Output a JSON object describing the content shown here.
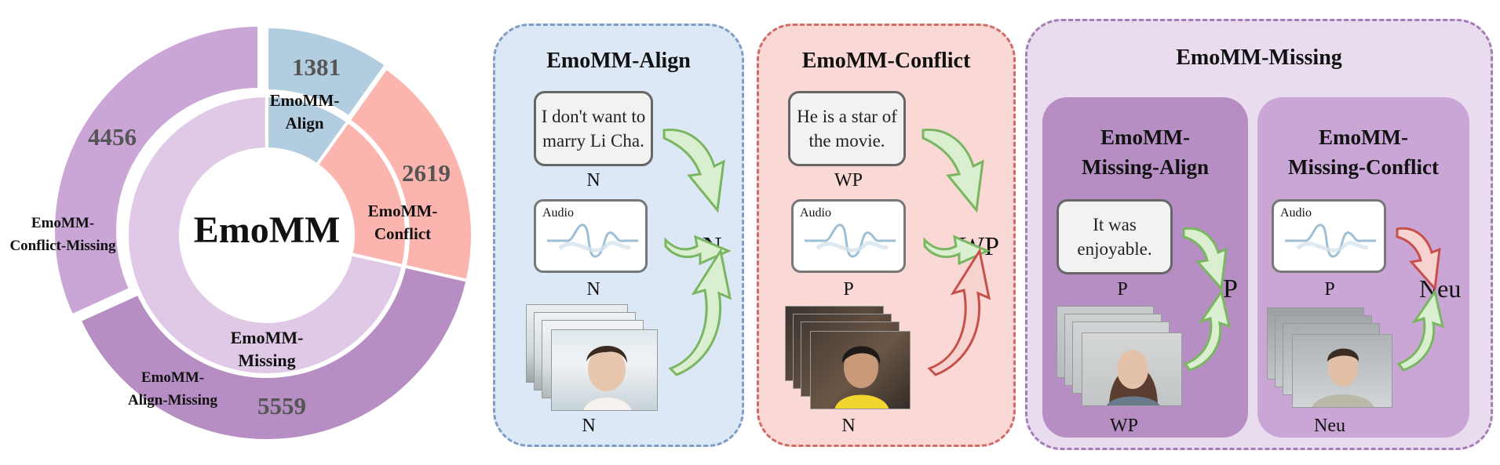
{
  "colors": {
    "align_outer": "#b3cde0",
    "conflict_outer": "#fbb4ae",
    "align_missing": "#b68ec3",
    "conflict_missing": "#caa6d7",
    "inner_ring": "#dfc9e6",
    "green_arrow": "#7ab661",
    "red_arrow": "#c8504c"
  },
  "donut": {
    "center": "EmoMM",
    "segments": [
      {
        "label": "EmoMM-\nAlign",
        "value": 1381
      },
      {
        "label": "EmoMM-\nConflict",
        "value": 2619
      },
      {
        "label": "EmoMM-\nAlign-Missing",
        "value": 5559
      },
      {
        "label": "EmoMM-\nConflict-Missing",
        "value": 4456
      }
    ],
    "inner_label": "EmoMM-\nMissing"
  },
  "align_panel": {
    "title": "EmoMM-Align",
    "text": "I don't want to marry Li Cha.",
    "audio_label": "Audio",
    "text_label": "N",
    "audio_label_value": "N",
    "video_label": "N",
    "result": "N"
  },
  "conflict_panel": {
    "title": "EmoMM-Conflict",
    "text": "He is a star of the movie.",
    "audio_label": "Audio",
    "text_label": "WP",
    "audio_label_value": "P",
    "video_label": "N",
    "result": "WP"
  },
  "missing_panel": {
    "title": "EmoMM-Missing",
    "missing_align": {
      "title": "EmoMM-\nMissing-Align",
      "text": "It was enjoyable.",
      "text_label": "P",
      "video_label": "WP",
      "result": "P"
    },
    "missing_conflict": {
      "title": "EmoMM-\nMissing-Conflict",
      "audio_label": "Audio",
      "audio_label_value": "P",
      "video_label": "Neu",
      "result": "Neu"
    }
  }
}
